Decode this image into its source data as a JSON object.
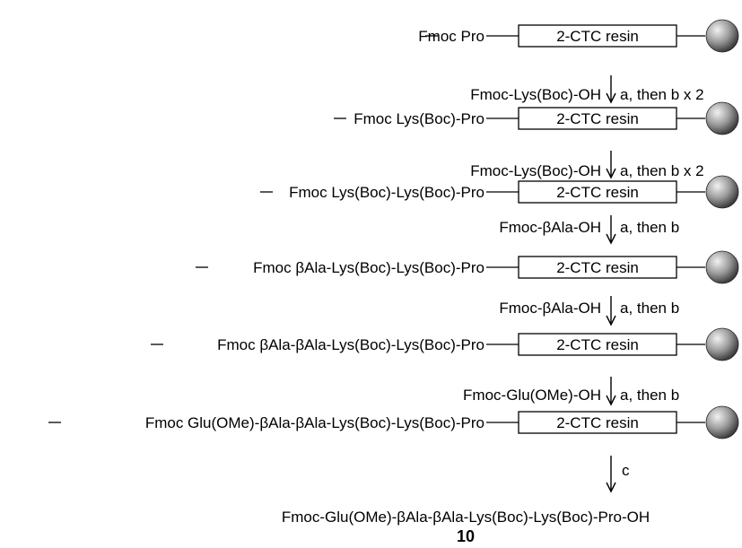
{
  "resin_label": "2-CTC resin",
  "bead_colors": {
    "light": "#f2f2f2",
    "mid": "#9a9a9a",
    "dark": "#3a3a3a"
  },
  "rows": [
    {
      "prefix": "Fmoc",
      "peptide": "Pro"
    },
    {
      "prefix": "Fmoc",
      "peptide": "Lys(Boc)-Pro"
    },
    {
      "prefix": "Fmoc",
      "peptide": "Lys(Boc)-Lys(Boc)-Pro"
    },
    {
      "prefix": "Fmoc",
      "peptide": "βAla-Lys(Boc)-Lys(Boc)-Pro"
    },
    {
      "prefix": "Fmoc",
      "peptide": "βAla-βAla-Lys(Boc)-Lys(Boc)-Pro"
    },
    {
      "prefix": "Fmoc",
      "peptide": "Glu(OMe)-βAla-βAla-Lys(Boc)-Lys(Boc)-Pro"
    }
  ],
  "steps": [
    {
      "reagent": "Fmoc-Lys(Boc)-OH",
      "conditions": "a, then b x 2"
    },
    {
      "reagent": "Fmoc-Lys(Boc)-OH",
      "conditions": "a, then b x 2"
    },
    {
      "reagent": "Fmoc-βAla-OH",
      "conditions": "a, then b"
    },
    {
      "reagent": "Fmoc-βAla-OH",
      "conditions": "a, then b"
    },
    {
      "reagent": "Fmoc-Glu(OMe)-OH",
      "conditions": "a, then b"
    },
    {
      "reagent": "",
      "conditions": "c"
    }
  ],
  "product": {
    "formula": "Fmoc-Glu(OMe)-βAla-βAla-Lys(Boc)-Lys(Boc)-Pro-OH",
    "label": "10"
  }
}
